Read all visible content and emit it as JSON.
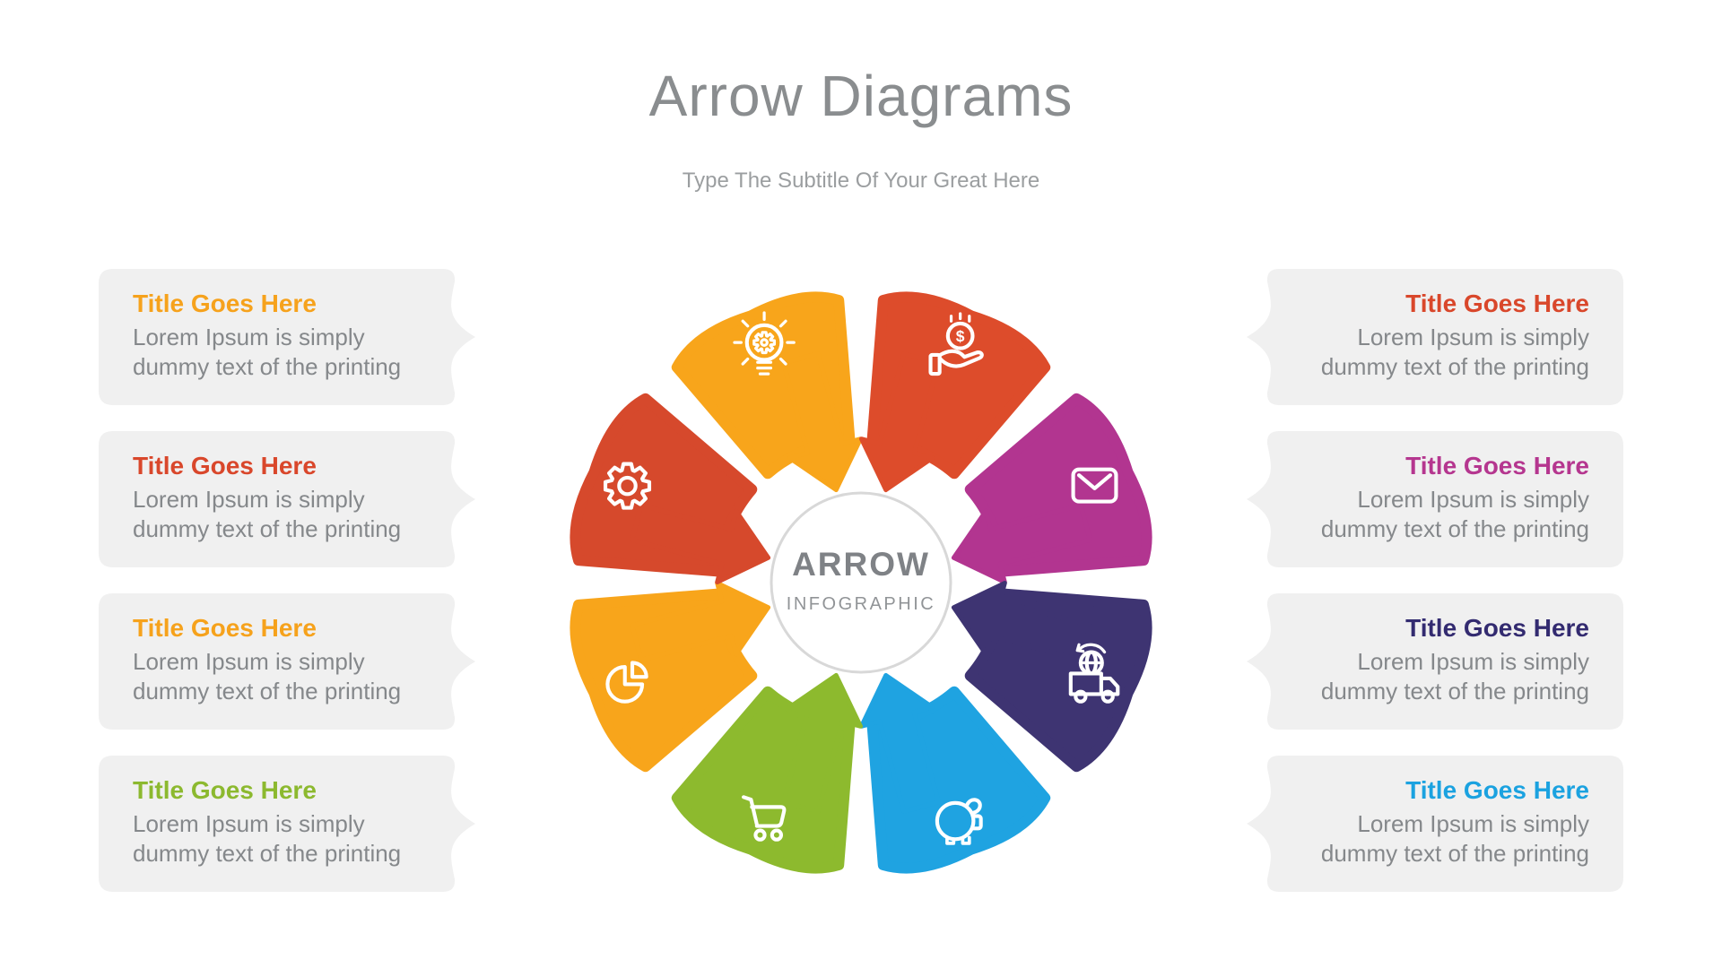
{
  "header": {
    "title": "Arrow Diagrams",
    "subtitle": "Type The Subtitle Of Your Great Here",
    "title_color": "#8a8d8f",
    "subtitle_color": "#9b9ea0"
  },
  "center": {
    "line1": "ARROW",
    "line2": "INFOGRAPHIC",
    "ring_color": "#d8d8d8"
  },
  "cards": {
    "background": "#f0f0f0",
    "left": [
      {
        "title": "Title Goes Here",
        "title_color": "#f6a21c",
        "body_line1": "Lorem Ipsum is simply",
        "body_line2": "dummy text of the printing"
      },
      {
        "title": "Title Goes Here",
        "title_color": "#d9472b",
        "body_line1": "Lorem Ipsum is simply",
        "body_line2": "dummy text of the printing"
      },
      {
        "title": "Title Goes Here",
        "title_color": "#f6a21c",
        "body_line1": "Lorem Ipsum is simply",
        "body_line2": "dummy text of the printing"
      },
      {
        "title": "Title Goes Here",
        "title_color": "#8cb92f",
        "body_line1": "Lorem Ipsum is simply",
        "body_line2": "dummy text of the printing"
      }
    ],
    "right": [
      {
        "title": "Title Goes Here",
        "title_color": "#d9472b",
        "body_line1": "Lorem Ipsum is simply",
        "body_line2": "dummy text of the printing"
      },
      {
        "title": "Title Goes Here",
        "title_color": "#b5368f",
        "body_line1": "Lorem Ipsum is simply",
        "body_line2": "dummy text of the printing"
      },
      {
        "title": "Title Goes Here",
        "title_color": "#332b70",
        "body_line1": "Lorem Ipsum is simply",
        "body_line2": "dummy text of the printing"
      },
      {
        "title": "Title Goes Here",
        "title_color": "#1ba2e0",
        "body_line1": "Lorem Ipsum is simply",
        "body_line2": "dummy text of the printing"
      }
    ]
  },
  "wheel": {
    "segments": [
      {
        "position": "top-left",
        "color": "#f8a51b",
        "icon": "idea-bulb-gear-icon"
      },
      {
        "position": "top-right",
        "color": "#dd4c2b",
        "icon": "hand-coin-icon"
      },
      {
        "position": "right-upper",
        "color": "#b23590",
        "icon": "envelope-icon"
      },
      {
        "position": "right-lower",
        "color": "#3e3472",
        "icon": "truck-globe-icon"
      },
      {
        "position": "bottom-right",
        "color": "#1fa3e1",
        "icon": "piggy-bank-icon"
      },
      {
        "position": "bottom-left",
        "color": "#8dba2e",
        "icon": "shopping-cart-icon"
      },
      {
        "position": "left-lower",
        "color": "#f8a51b",
        "icon": "pie-chart-icon"
      },
      {
        "position": "left-upper",
        "color": "#d6492c",
        "icon": "gear-icon"
      }
    ]
  }
}
